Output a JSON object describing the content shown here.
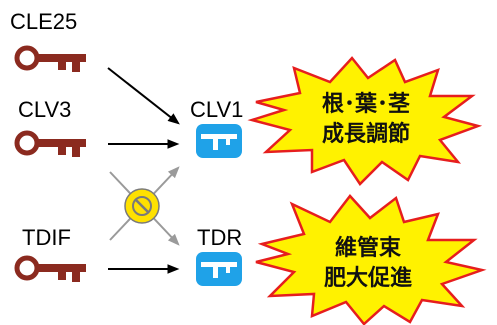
{
  "colors": {
    "key": "#8b2a1f",
    "receptor": "#1fa2e8",
    "burst_fill": "#fff200",
    "burst_stroke": "#e61e1e",
    "ban": "#ffe100",
    "arrow": "#000000",
    "blocked_arrow": "#9a9a9a"
  },
  "ligands": [
    {
      "label": "CLE25",
      "icon": "key-icon"
    },
    {
      "label": "CLV3",
      "icon": "key-icon"
    },
    {
      "label": "TDIF",
      "icon": "key-icon"
    }
  ],
  "receptors": [
    {
      "label": "CLV1",
      "icon": "receptor-icon"
    },
    {
      "label": "TDR",
      "icon": "receptor-icon"
    }
  ],
  "effects": [
    {
      "line1": "根･葉･茎",
      "line2": "成長調節"
    },
    {
      "line1": "維管束",
      "line2": "肥大促進"
    }
  ],
  "blocked_icon": "no-entry-icon"
}
